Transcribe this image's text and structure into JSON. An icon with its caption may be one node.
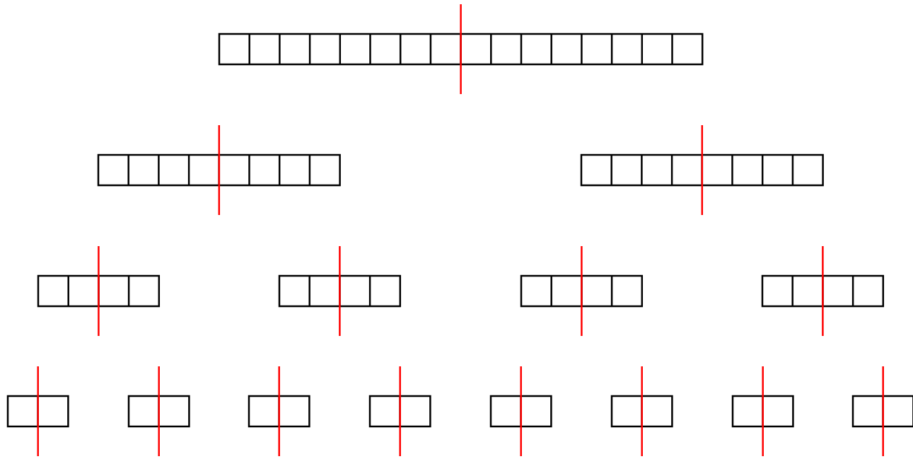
{
  "diagram": {
    "nodes": [
      {
        "text": [],
        "shape": "array"
      },
      {
        "text": [],
        "shape": "array"
      },
      {
        "text": [],
        "shape": "array"
      },
      {
        "text": [],
        "shape": "array"
      },
      {
        "text": [],
        "shape": "array"
      },
      {
        "text": [],
        "shape": "array"
      },
      {
        "text": [],
        "shape": "array"
      },
      {
        "text": [],
        "shape": "array"
      },
      {
        "text": [],
        "shape": "array"
      },
      {
        "text": [],
        "shape": "array"
      },
      {
        "text": [],
        "shape": "array"
      },
      {
        "text": [],
        "shape": "array"
      },
      {
        "text": [],
        "shape": "array"
      },
      {
        "text": [],
        "shape": "array"
      },
      {
        "text": [],
        "shape": "array"
      }
    ]
  }
}
